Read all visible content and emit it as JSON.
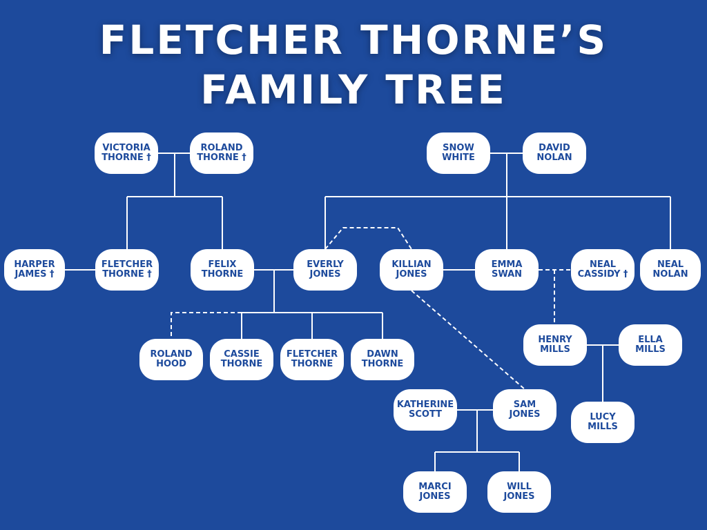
{
  "title": {
    "line1": "FLETCHER THORNE’S",
    "line2": "FAMILY TREE"
  },
  "people": {
    "victoria_thorne": "VICTORIA\nTHORNE †",
    "roland_thorne": "ROLAND\nTHORNE †",
    "snow_white": "SNOW\nWHITE",
    "david_nolan": "DAVID\nNOLAN",
    "harper_james": "HARPER\nJAMES †",
    "fletcher_thorne_sr": "FLETCHER\nTHORNE †",
    "felix_thorne": "FELIX\nTHORNE",
    "everly_jones": "EVERLY\nJONES",
    "killian_jones": "KILLIAN\nJONES",
    "emma_swan": "EMMA\nSWAN",
    "neal_cassidy": "NEAL\nCASSIDY †",
    "neal_nolan": "NEAL\nNOLAN",
    "roland_hood": "ROLAND\nHOOD",
    "cassie_thorne": "CASSIE\nTHORNE",
    "fletcher_thorne_jr": "FLETCHER\nTHORNE",
    "dawn_thorne": "DAWN\nTHORNE",
    "henry_mills": "HENRY\nMILLS",
    "ella_mills": "ELLA\nMILLS",
    "lucy_mills": "LUCY\nMILLS",
    "katherine_scott": "KATHERINE\nSCOTT",
    "sam_jones": "SAM\nJONES",
    "marci_jones": "MARCI\nJONES",
    "will_jones": "WILL\nJONES"
  },
  "colors": {
    "background": "#1d4a9c",
    "node": "#ffffff",
    "node_text": "#1d4a9c",
    "line": "#ffffff"
  }
}
